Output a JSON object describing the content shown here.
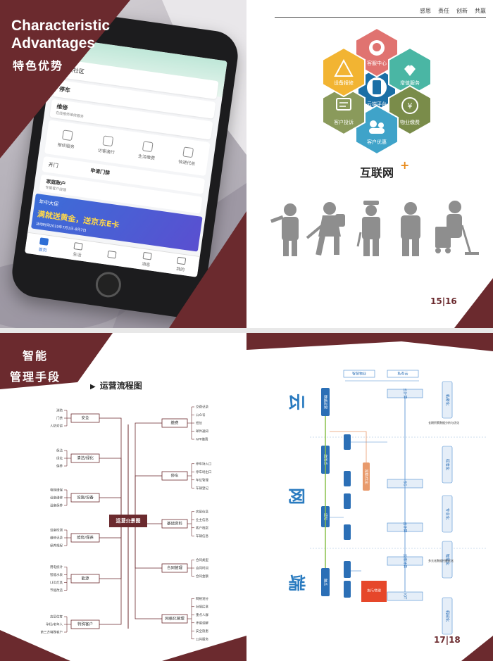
{
  "spread_top": {
    "left": {
      "title_line1": "Characteristic",
      "title_line2": "Advantages",
      "subtitle": "特色优势",
      "phone_screen": {
        "card1": "智慧社区",
        "card2": "停车",
        "card3": "维修",
        "card3_sub": "在线报修维修服务",
        "grid": [
          "报修服务",
          "访客通行",
          "生活缴费",
          "快递代收"
        ],
        "row1_left": "开门",
        "row1_mid": "申请门禁",
        "row2": "家庭账户",
        "row2_sub": "专属客户经理",
        "banner_title": "年中大促",
        "banner_main": "满就送黄金，送京东E卡",
        "banner_small": "活动时间2019年7月1日-8月7日",
        "tabs": [
          "首页",
          "生活",
          "",
          "消息",
          "我的"
        ]
      }
    },
    "right": {
      "nav": [
        "感恩",
        "责任",
        "创新",
        "共赢"
      ],
      "hex_center": "云端平台",
      "hexes": [
        "客服中心",
        "增值服务",
        "物业缴费",
        "客户优惠",
        "客户投诉",
        "设备报修"
      ],
      "internet_label": "互联网",
      "page_number": "15|16"
    }
  },
  "spread_bottom": {
    "left": {
      "title_line1": "智能",
      "title_line2": "管理手段",
      "section_title": "运营流程图",
      "center": "运营全景图",
      "left_branches": [
        {
          "label": "安全",
          "items": [
            "消防",
            "门禁",
            "人防对讲"
          ]
        },
        {
          "label": "清洁/绿化",
          "items": [
            "保洁",
            "绿化",
            "保养"
          ]
        },
        {
          "label": "设施/设备",
          "items": [
            "电梯维保",
            "设备维修",
            "设备保养"
          ]
        },
        {
          "label": "维修/保养",
          "items": [
            "设备检测",
            "维修记录",
            "保养规程"
          ]
        },
        {
          "label": "能源",
          "items": [
            "用电统计",
            "智能水表",
            "LED灯具",
            "节能改造"
          ]
        },
        {
          "label": "特殊客户",
          "items": [
            "高层住客",
            "孕妇/老年人",
            "第三方特殊客户"
          ]
        }
      ],
      "right_branches": [
        {
          "label": "缴费",
          "items": [
            "交费记录",
            "公众号",
            "短信",
            "邮件通知",
            "APP缴费"
          ]
        },
        {
          "label": "停车",
          "items": [
            "停车场入口",
            "停车场出口",
            "车位管理",
            "车辆登记"
          ]
        },
        {
          "label": "基础资料",
          "items": [
            "房屋信息",
            "业主信息",
            "客户档案",
            "车辆信息"
          ]
        },
        {
          "label": "合同管理",
          "items": [
            "合同类型",
            "合同时间",
            "合同金额"
          ]
        },
        {
          "label": "网格化管理",
          "items": [
            "网格划分",
            "社情民意",
            "重点人群",
            "矛盾调解",
            "安全隐患",
            "公共服务"
          ]
        }
      ]
    },
    "right": {
      "side_labels": [
        "云",
        "网",
        "端"
      ],
      "top_headers": [
        "智慧物业",
        "私有云"
      ],
      "right_pills": [
        "私密化",
        "标准化",
        "专业化",
        "智能化",
        "机械化"
      ],
      "nodes": {
        "data_ops": "数据运营",
        "touch1": "触发点",
        "sense": "感知",
        "touch2": "触点",
        "cloud_compute": "云计算",
        "fivec": "5G",
        "cloud_compute2": "云计算",
        "edge": "边缘计算",
        "iot": "IOT",
        "execute": "执行/管理",
        "flow": "流程/优化"
      },
      "notes": [
        "长期积累数据分析与优化",
        "多元化数据挖掘优化"
      ],
      "page_number": "17|18"
    }
  }
}
